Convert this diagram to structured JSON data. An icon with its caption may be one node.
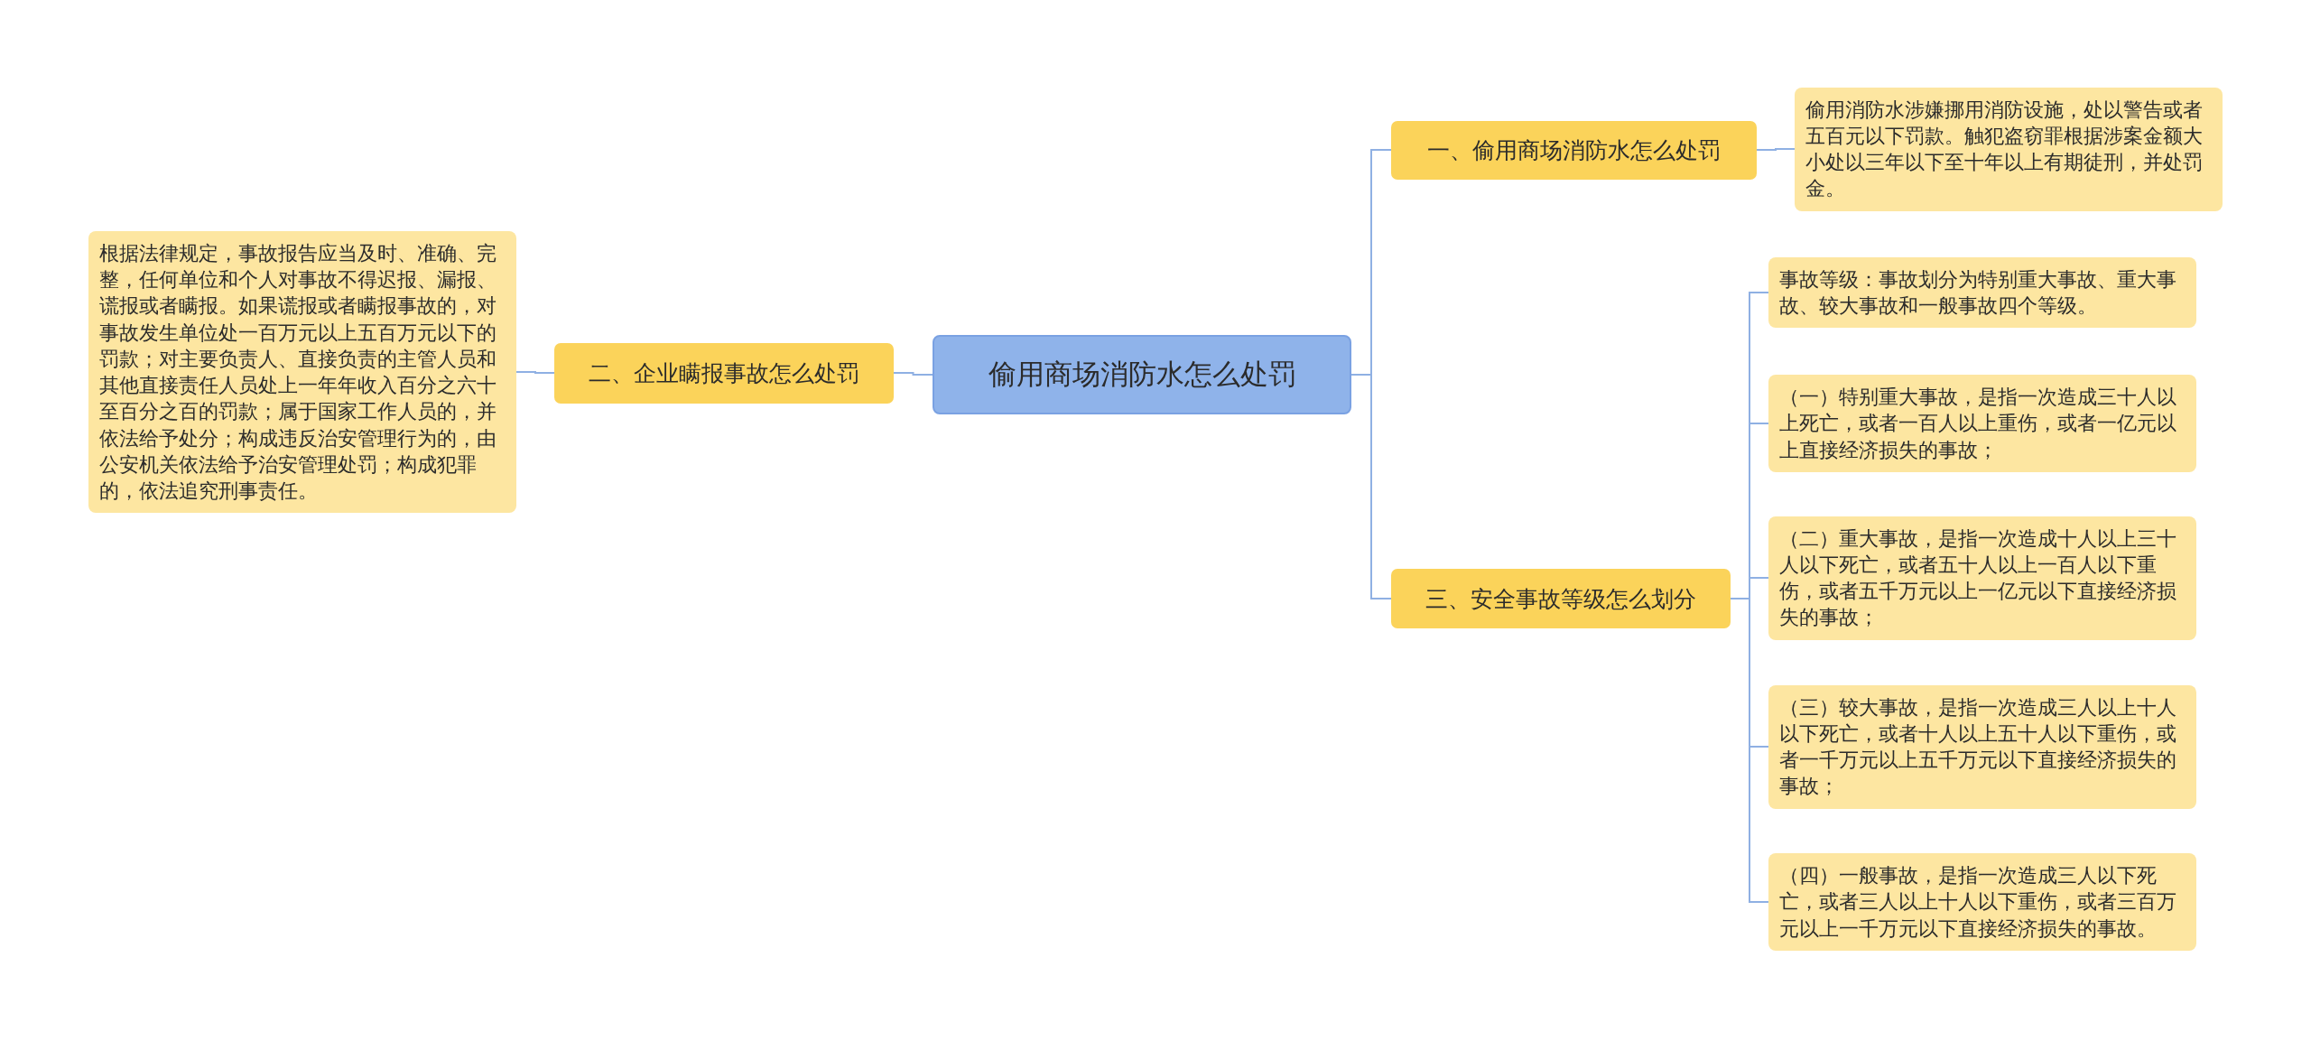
{
  "diagram": {
    "nodes": [
      {
        "text": [
          "偷用商场消防水怎么处罚"
        ]
      },
      {
        "text": [
          "一、偷用商场消防水怎么处罚"
        ]
      },
      {
        "text": [
          "偷用消防水涉嫌挪用消防设施，处以警告或者五百元以下罚款。触犯盗窃罪根据涉案金额大小处以三年以下至十年以上有期徒刑，并处罚金。"
        ]
      },
      {
        "text": [
          "二、企业瞒报事故怎么处罚"
        ]
      },
      {
        "text": [
          "根据法律规定，事故报告应当及时、准确、完整，任何单位和个人对事故不得迟报、漏报、谎报或者瞒报。如果谎报或者瞒报事故的，对事故发生单位处一百万元以上五百万元以下的罚款；对主要负责人、直接负责的主管人员和其他直接责任人员处上一年年收入百分之六十至百分之百的罚款；属于国家工作人员的，并依法给予处分；构成违反治安管理行为的，由公安机关依法给予治安管理处罚；构成犯罪的，依法追究刑事责任。"
        ]
      },
      {
        "text": [
          "三、安全事故等级怎么划分"
        ]
      },
      {
        "text": [
          "事故等级：事故划分为特别重大事故、重大事故、较大事故和一般事故四个等级。"
        ]
      },
      {
        "text": [
          "（一）特别重大事故，是指一次造成三十人以上死亡，或者一百人以上重伤，或者一亿元以上直接经济损失的事故；"
        ]
      },
      {
        "text": [
          "（二）重大事故，是指一次造成十人以上三十人以下死亡，或者五十人以上一百人以下重伤，或者五千万元以上一亿元以下直接经济损失的事故；"
        ]
      },
      {
        "text": [
          "（三）较大事故，是指一次造成三人以上十人以下死亡，或者十人以上五十人以下重伤，或者一千万元以上五千万元以下直接经济损失的事故；"
        ]
      },
      {
        "text": [
          "（四）一般事故，是指一次造成三人以下死亡，或者三人以上十人以下重伤，或者三百万元以上一千万元以下直接经济损失的事故。"
        ]
      }
    ],
    "edges": [
      {
        "from": 0,
        "to": 1,
        "arrow": "none"
      },
      {
        "from": 1,
        "to": 2,
        "arrow": "none"
      },
      {
        "from": 0,
        "to": 3,
        "arrow": "none"
      },
      {
        "from": 3,
        "to": 4,
        "arrow": "none"
      },
      {
        "from": 0,
        "to": 5,
        "arrow": "none"
      },
      {
        "from": 5,
        "to": 6,
        "arrow": "none"
      },
      {
        "from": 5,
        "to": 7,
        "arrow": "none"
      },
      {
        "from": 5,
        "to": 8,
        "arrow": "none"
      },
      {
        "from": 5,
        "to": 9,
        "arrow": "none"
      },
      {
        "from": 5,
        "to": 10,
        "arrow": "none"
      }
    ]
  }
}
